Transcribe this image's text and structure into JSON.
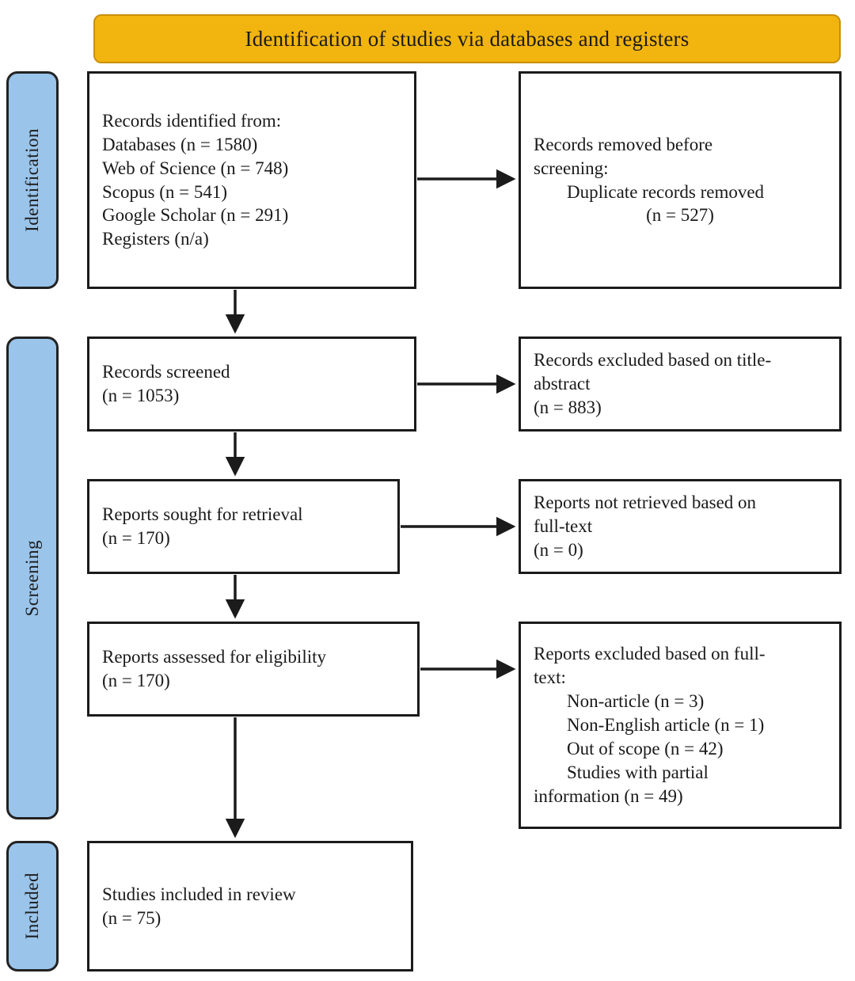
{
  "diagram": {
    "type": "prisma-flow-diagram",
    "header": {
      "title": "Identification of studies via databases and registers",
      "background_color": "#F2B50F",
      "border_color": "#C98F0A"
    },
    "stages": [
      {
        "id": "identification",
        "label": "Identification",
        "color": "#9AC4EA"
      },
      {
        "id": "screening",
        "label": "Screening",
        "color": "#9AC4EA"
      },
      {
        "id": "included",
        "label": "Included",
        "color": "#9AC4EA"
      }
    ],
    "boxes": {
      "identified": {
        "lines": [
          "Records identified from:",
          "Databases (n = 1580)",
          "Web of Science (n = 748)",
          "Scopus (n = 541)",
          "Google Scholar (n = 291)",
          "Registers (n/a)"
        ]
      },
      "removed": {
        "line1": "Records removed before",
        "line2": "screening:",
        "line3": "Duplicate records removed",
        "line4": "(n = 527)"
      },
      "screened": {
        "line1": "Records screened",
        "line2": "(n = 1053)"
      },
      "excluded_title_abstract": {
        "line1": "Records excluded based on title-",
        "line2": "abstract",
        "line3": "(n = 883)"
      },
      "sought": {
        "line1": "Reports sought for retrieval",
        "line2": "(n = 170)"
      },
      "not_retrieved": {
        "line1": "Reports not retrieved based on",
        "line2": "full-text",
        "line3": "(n = 0)"
      },
      "assessed": {
        "line1": "Reports assessed for eligibility",
        "line2": "(n = 170)"
      },
      "excluded_full_text": {
        "line1": "Reports excluded based on full-",
        "line2": "text:",
        "item1": "Non-article (n = 3)",
        "item2": "Non-English article (n = 1)",
        "item3": "Out of scope (n = 42)",
        "item4": "Studies with partial",
        "item5": "information (n = 49)"
      },
      "included": {
        "line1": "Studies included in review",
        "line2": "(n = 75)"
      }
    },
    "counts": {
      "databases": 1580,
      "web_of_science": 748,
      "scopus": 541,
      "google_scholar": 291,
      "registers": "n/a",
      "duplicates_removed": 527,
      "records_screened": 1053,
      "excluded_title_abstract": 883,
      "reports_sought": 170,
      "reports_not_retrieved": 0,
      "reports_assessed": 170,
      "excluded_non_article": 3,
      "excluded_non_english": 1,
      "excluded_out_of_scope": 42,
      "excluded_partial_information": 49,
      "studies_included": 75
    }
  }
}
